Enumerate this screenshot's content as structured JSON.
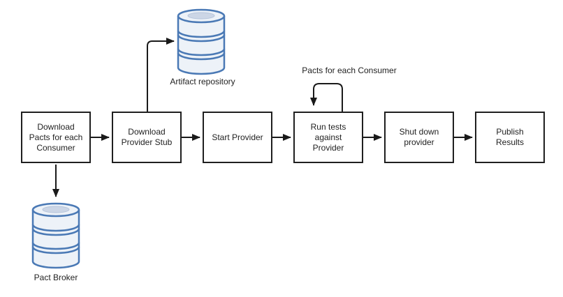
{
  "colors": {
    "background": "#ffffff",
    "connector": "#1a1a1a",
    "box_border": "#1f1f1f",
    "box_fill": "#ffffff",
    "text": "#222222",
    "cylinder_stroke": "#4a79b5",
    "cylinder_fill": "#edf2f8",
    "cylinder_highlight": "#ccd6e6",
    "cylinder_highlight_stroke": "#b4c3da"
  },
  "nodes": [
    {
      "label": "Download\nPacts for each\nConsumer"
    },
    {
      "label": "Download\nProvider Stub"
    },
    {
      "label": "Start Provider"
    },
    {
      "label": "Run tests\nagainst\nProvider"
    },
    {
      "label": "Shut down\nprovider"
    },
    {
      "label": "Publish\nResults"
    }
  ],
  "datastores": [
    {
      "label": "Artifact repository"
    },
    {
      "label": "Pact Broker"
    }
  ],
  "annotations": {
    "loop_label": "Pacts for each Consumer"
  }
}
